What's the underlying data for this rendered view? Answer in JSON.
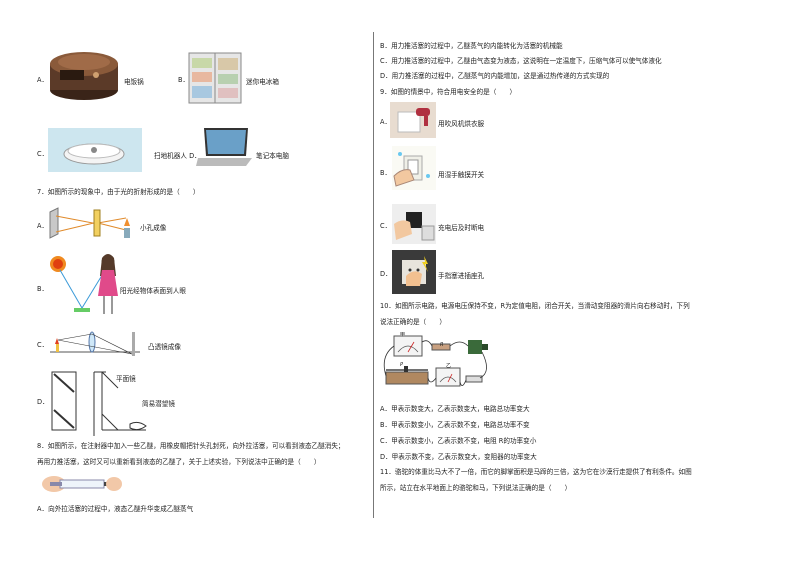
{
  "left": {
    "q6_opts": [
      {
        "letter": "A．",
        "label": "电饭锅"
      },
      {
        "letter": "B．",
        "label": "迷你电冰箱"
      },
      {
        "letter": "C．",
        "label": "扫地机器人 D．"
      },
      {
        "letter": "",
        "label": "笔记本电脑"
      }
    ],
    "q7": {
      "stem": "7．如图所示的现象中，由于光的折射形成的是（　　）",
      "opts": [
        {
          "letter": "A．",
          "label": "小孔成像"
        },
        {
          "letter": "B．",
          "label": "阳光经物体表面到人眼"
        },
        {
          "letter": "C．",
          "label": "凸透镜成像"
        },
        {
          "letter": "D．",
          "label": "简易潜望镜"
        }
      ],
      "mirror_label": "平面镜"
    },
    "q8": {
      "line1": "8．如图所示，在注射器中加入一些乙醚，用橡皮帽把针头孔封死，向外拉活塞，可以看到液态乙醚消失；",
      "line2": "再用力推活塞，这时又可以重新看到液态的乙醚了，关于上述实验，下列说法中正确的是（　　）",
      "optA": "A．向外拉活塞的过程中，液态乙醚升华变成乙醚蒸气"
    }
  },
  "right": {
    "q8_rest": [
      "B．用力推活塞的过程中，乙醚蒸气的内能转化为活塞的机械能",
      "C．用力推活塞的过程中，乙醚由气态变为液态，这说明在一定温度下，压缩气体可以使气体液化",
      "D．用力推活塞的过程中，乙醚蒸气的内能增加，这是通过热传递的方式实现的"
    ],
    "q9": {
      "stem": "9．如图的情景中，符合用电安全的是（　　）",
      "opts": [
        {
          "letter": "A．",
          "label": "用吹风机烘衣服"
        },
        {
          "letter": "B．",
          "label": "用湿手触摸开关"
        },
        {
          "letter": "C．",
          "label": "充电后及时断电"
        },
        {
          "letter": "D．",
          "label": "手指塞进插座孔"
        }
      ]
    },
    "q10": {
      "line1": "10．如图所示电路，电源电压保持不变，R为定值电阻，闭合开关，当滑动变阻器的滑片向右移动时，下列",
      "line2": "说法正确的是（　　）",
      "meter_a": "甲",
      "meter_b": "乙",
      "res_r": "R",
      "res_p": "P",
      "opts": [
        "A．甲表示数变大，乙表示数变大，电路总功率变大",
        "B．甲表示数变小，乙表示数不变，电路总功率不变",
        "C．甲表示数变小，乙表示数不变，电阻 R的功率变小",
        "D．甲表示数不变，乙表示数变大，变阻器的功率变大"
      ]
    },
    "q11": {
      "line1": "11．骆驼的体重比马大不了一倍，而它的脚掌面积是马蹄的三倍，这为它在沙漠行走提供了有利条件。如图",
      "line2": "所示，站立在水平地面上的骆驼和马，下列说法正确的是（　　）"
    }
  }
}
